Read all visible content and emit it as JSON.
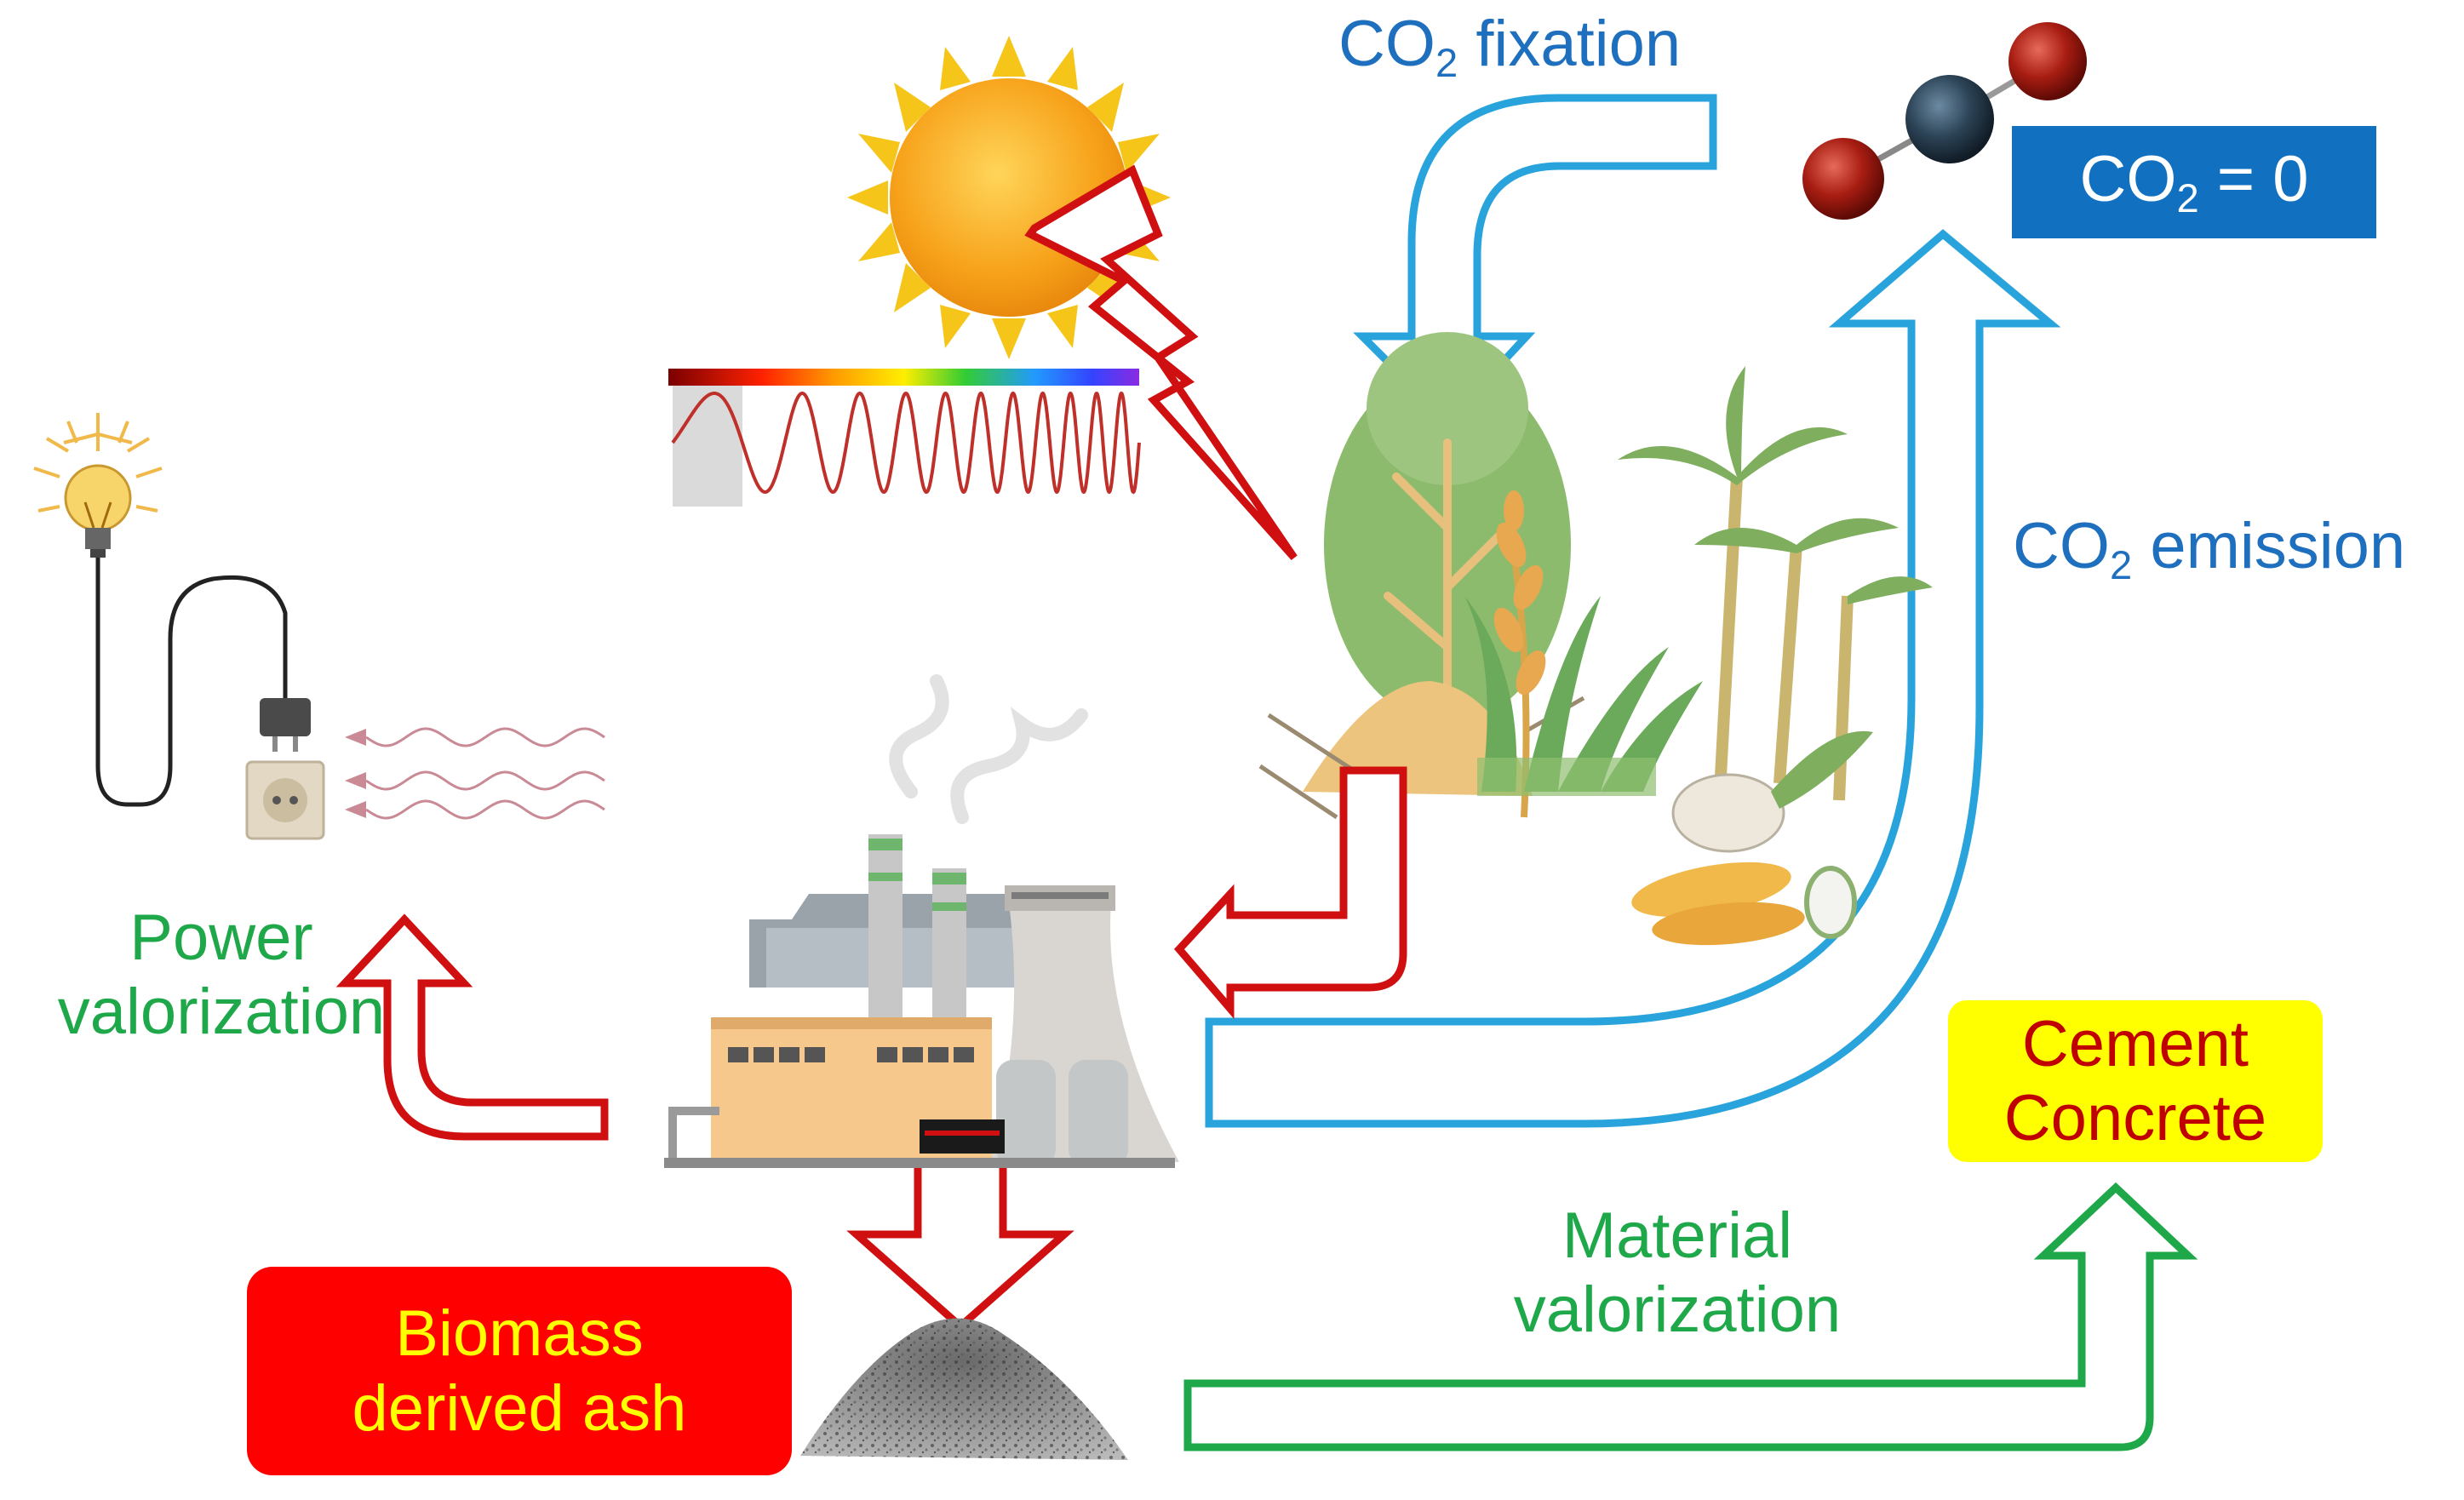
{
  "labels": {
    "co2_prefix": "CO",
    "co2_sub": "2",
    "fixation_suffix": " fixation",
    "emission_suffix": " emission",
    "neutral_suffix": " = 0",
    "power_line1": "Power",
    "power_line2": "valorization",
    "material_line1": "Material",
    "material_line2": "valorization",
    "ash_line1": "Biomass",
    "ash_line2": "derived ash",
    "cement_line1": "Cement",
    "cement_line2": "Concrete"
  },
  "colors": {
    "co2_blue": "#1f6fbf",
    "valorization_green": "#1fa84a",
    "ash_box": "#ff0000",
    "ash_text": "#ffff00",
    "cement_box": "#ffff00",
    "cement_text": "#c00000",
    "neutral_box": "#1170c0",
    "arrow_red": "#d01010",
    "arrow_blue": "#29a3dc"
  }
}
